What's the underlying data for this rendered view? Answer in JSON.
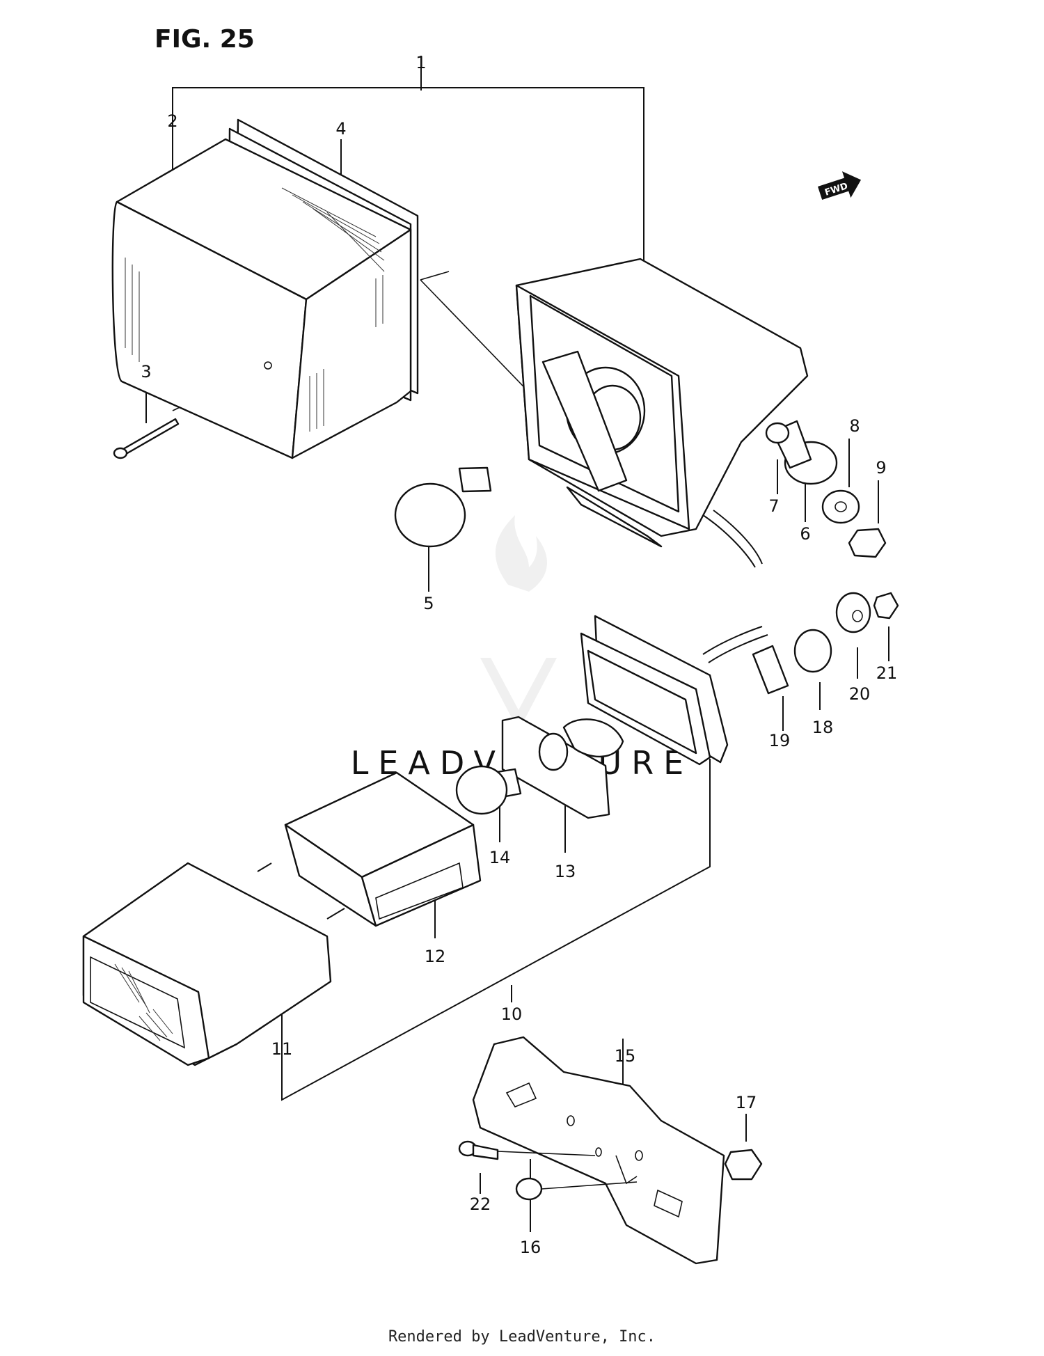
{
  "figure_title": "FIG. 25",
  "direction_tag": "FWD",
  "watermark": "LEADVENTURE",
  "footer": "Rendered by LeadVenture, Inc.",
  "callouts": [
    "1",
    "2",
    "3",
    "4",
    "5",
    "6",
    "7",
    "8",
    "9",
    "10",
    "11",
    "12",
    "13",
    "14",
    "15",
    "16",
    "17",
    "18",
    "19",
    "20",
    "21",
    "22"
  ]
}
